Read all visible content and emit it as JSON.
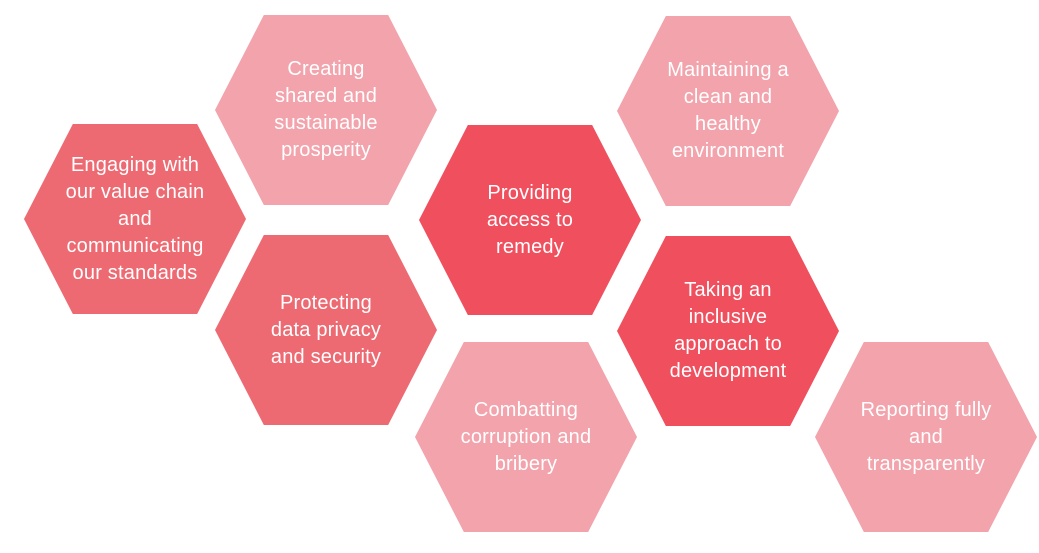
{
  "diagram": {
    "background_color": "#ffffff",
    "text_color": "#ffffff",
    "palette": {
      "light_pink": "#f2a3ac",
      "coral_red": "#ed6a72",
      "deep_red": "#f04f5e"
    },
    "hexagons": [
      {
        "id": "engaging-value-chain",
        "shade": "coral_red",
        "color": "#ed6a72",
        "label": "Engaging with\nour value chain\nand\ncommunicating\nour standards"
      },
      {
        "id": "shared-prosperity",
        "shade": "light_pink",
        "color": "#f2a3ac",
        "label": "Creating\nshared and\nsustainable\nprosperity"
      },
      {
        "id": "access-to-remedy",
        "shade": "deep_red",
        "color": "#f04f5e",
        "label": "Providing\naccess to\nremedy"
      },
      {
        "id": "data-privacy-security",
        "shade": "coral_red",
        "color": "#ed6a72",
        "label": "Protecting\ndata privacy\nand security"
      },
      {
        "id": "anti-corruption-bribery",
        "shade": "light_pink",
        "color": "#f2a3ac",
        "label": "Combatting\ncorruption and\nbribery"
      },
      {
        "id": "clean-healthy-environment",
        "shade": "light_pink",
        "color": "#f2a3ac",
        "label": "Maintaining a\nclean and\nhealthy\nenvironment"
      },
      {
        "id": "inclusive-development",
        "shade": "deep_red",
        "color": "#f04f5e",
        "label": "Taking an\ninclusive\napproach to\ndevelopment"
      },
      {
        "id": "transparent-reporting",
        "shade": "light_pink",
        "color": "#f2a3ac",
        "label": "Reporting fully\nand\ntransparently"
      }
    ]
  }
}
